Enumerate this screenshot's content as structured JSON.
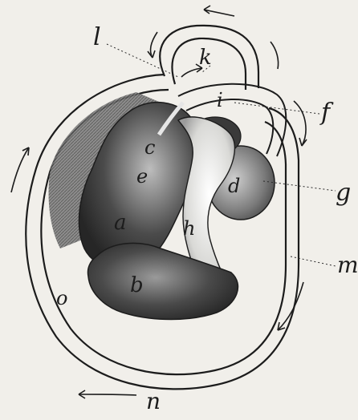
{
  "figure": {
    "labels": {
      "a": "a",
      "b": "b",
      "c": "c",
      "d": "d",
      "e": "e",
      "f": "f",
      "g": "g",
      "h": "h",
      "i": "i",
      "k": "k",
      "l": "l",
      "m": "m",
      "n": "n",
      "o": "o"
    },
    "colors": {
      "paper": "#f1efea",
      "ink": "#1c1c1c",
      "dark_mass": "#2a2a2a",
      "mid_gray": "#6d6d6d",
      "light_gray": "#b9b9b9",
      "vessel_fill": "#f7f6f2"
    }
  }
}
